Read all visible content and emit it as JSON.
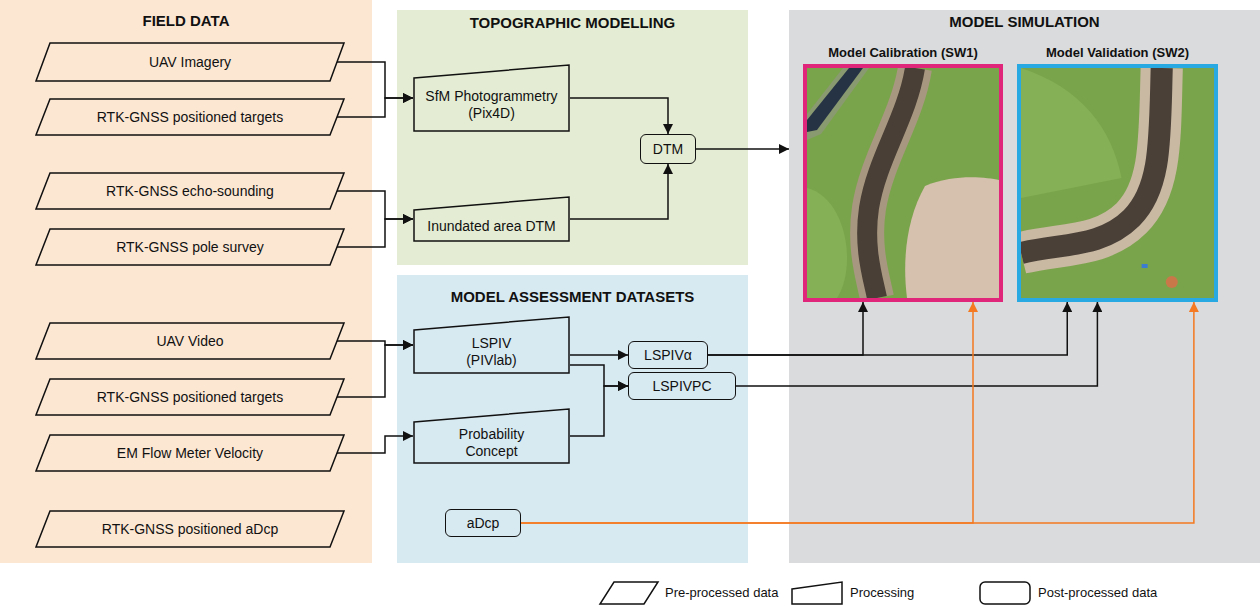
{
  "diagram": {
    "nodes": [
      {
        "text": [
          "FIELD DATA"
        ]
      },
      {
        "text": [
          "UAV Imagery"
        ],
        "in": 0
      },
      {
        "text": [
          "RTK-GNSS positioned targets"
        ],
        "in": 0
      },
      {
        "text": [
          "RTK-GNSS echo-sounding"
        ],
        "in": 0
      },
      {
        "text": [
          "RTK-GNSS pole survey"
        ],
        "in": 0
      },
      {
        "text": [
          "UAV Video"
        ],
        "in": 0
      },
      {
        "text": [
          "RTK-GNSS positioned targets"
        ],
        "in": 0
      },
      {
        "text": [
          "EM Flow Meter Velocity"
        ],
        "in": 0
      },
      {
        "text": [
          "RTK-GNSS positioned aDcp"
        ],
        "in": 0
      },
      {
        "text": [
          "TOPOGRAPHIC MODELLING"
        ]
      },
      {
        "text": [
          "SfM Photogrammetry (Pix4D)"
        ],
        "in": 9
      },
      {
        "text": [
          "Inundated area DTM"
        ],
        "in": 9
      },
      {
        "text": [
          "DTM"
        ],
        "in": 9
      },
      {
        "text": [
          "MODEL ASSESSMENT DATASETS"
        ]
      },
      {
        "text": [
          "LSPIV (PIVlab)"
        ],
        "in": 13
      },
      {
        "text": [
          "LSPIVα"
        ],
        "in": 13
      },
      {
        "text": [
          "LSPIVPC"
        ],
        "in": 13
      },
      {
        "text": [
          "Probability Concept"
        ],
        "in": 13
      },
      {
        "text": [
          "aDcp"
        ],
        "in": 13
      },
      {
        "text": [
          "MODEL SIMULATION"
        ]
      },
      {
        "text": [
          "Model Calibration (SW1)"
        ],
        "in": 19
      },
      {
        "text": [
          "Model Validation (SW2)"
        ],
        "in": 19
      }
    ],
    "edges": [
      {
        "from": 1,
        "to": 10,
        "arrow": "to"
      },
      {
        "from": 2,
        "to": 10,
        "arrow": "to"
      },
      {
        "from": 3,
        "to": 11,
        "arrow": "to"
      },
      {
        "from": 4,
        "to": 11,
        "arrow": "to"
      },
      {
        "from": 10,
        "to": 12,
        "arrow": "to"
      },
      {
        "from": 11,
        "to": 12,
        "arrow": "to"
      },
      {
        "from": 12,
        "to": 19,
        "arrow": "to"
      },
      {
        "from": 5,
        "to": 14,
        "arrow": "to"
      },
      {
        "from": 6,
        "to": 14,
        "arrow": "to"
      },
      {
        "from": 7,
        "to": 17,
        "arrow": "to"
      },
      {
        "from": 14,
        "to": 15,
        "arrow": "to"
      },
      {
        "from": 14,
        "to": 16,
        "arrow": "to"
      },
      {
        "from": 17,
        "to": 16,
        "arrow": "to"
      },
      {
        "from": 15,
        "to": 20,
        "arrow": "to"
      },
      {
        "from": 15,
        "to": 21,
        "arrow": "to"
      },
      {
        "from": 16,
        "to": 21,
        "arrow": "to"
      },
      {
        "from": 18,
        "to": 20,
        "arrow": "to"
      },
      {
        "from": 18,
        "to": 21,
        "arrow": "to"
      }
    ],
    "legend": [
      {
        "text": "Pre-processed data"
      },
      {
        "text": "Processing"
      },
      {
        "text": "Post-processed data"
      }
    ]
  }
}
